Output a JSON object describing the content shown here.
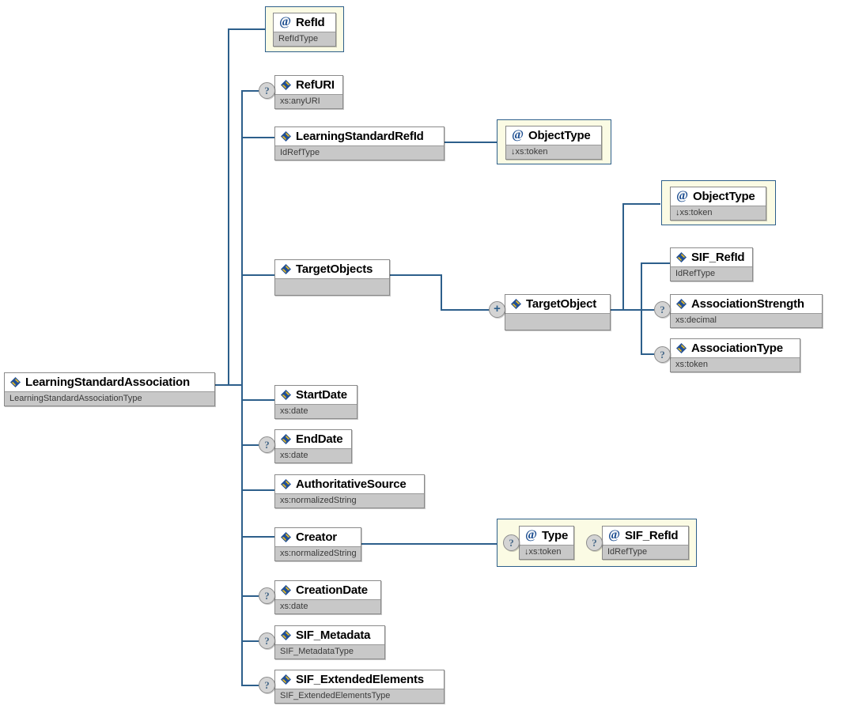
{
  "diagram": {
    "title": "LearningStandardAssociation XML schema diagram",
    "type": "xsd-tree",
    "colors": {
      "line": "#2d5f8b",
      "box_border": "#8a8a8a",
      "subtitle_bg": "#c8c8c8",
      "attrgroup_bg": "#fbfbe4",
      "attrgroup_border": "#2d5f8b",
      "marker_bg": "#d4d4d4"
    },
    "root": {
      "name": "LearningStandardAssociation",
      "type": "LearningStandardAssociationType",
      "icon": "element-icon"
    },
    "markers": {
      "optional": "?",
      "sequence": "+"
    },
    "nodes": {
      "refid": {
        "name": "RefId",
        "type": "RefIdType",
        "icon": "attribute-icon"
      },
      "refuri": {
        "name": "RefURI",
        "type": "xs:anyURI",
        "icon": "element-icon",
        "optional": "?"
      },
      "learningstandardrefid": {
        "name": "LearningStandardRefId",
        "type": "IdRefType",
        "icon": "element-icon"
      },
      "objecttype1": {
        "name": "ObjectType",
        "type": "xs:token",
        "icon": "attribute-icon",
        "arrow": "↓"
      },
      "targetobjects": {
        "name": "TargetObjects",
        "type": "",
        "icon": "element-icon"
      },
      "targetobject": {
        "name": "TargetObject",
        "type": "",
        "icon": "element-icon",
        "sequence": "+"
      },
      "objecttype2": {
        "name": "ObjectType",
        "type": "xs:token",
        "icon": "attribute-icon",
        "arrow": "↓"
      },
      "sif_refid_target": {
        "name": "SIF_RefId",
        "type": "IdRefType",
        "icon": "element-icon"
      },
      "associationstrength": {
        "name": "AssociationStrength",
        "type": "xs:decimal",
        "icon": "element-icon",
        "optional": "?"
      },
      "associationtype": {
        "name": "AssociationType",
        "type": "xs:token",
        "icon": "element-icon",
        "optional": "?"
      },
      "startdate": {
        "name": "StartDate",
        "type": "xs:date",
        "icon": "element-icon"
      },
      "enddate": {
        "name": "EndDate",
        "type": "xs:date",
        "icon": "element-icon",
        "optional": "?"
      },
      "authoritativesource": {
        "name": "AuthoritativeSource",
        "type": "xs:normalizedString",
        "icon": "element-icon"
      },
      "creator": {
        "name": "Creator",
        "type": "xs:normalizedString",
        "icon": "element-icon"
      },
      "creator_type": {
        "name": "Type",
        "type": "xs:token",
        "icon": "attribute-icon",
        "arrow": "↓",
        "optional": "?"
      },
      "creator_sif_refid": {
        "name": "SIF_RefId",
        "type": "IdRefType",
        "icon": "attribute-icon",
        "optional": "?"
      },
      "creationdate": {
        "name": "CreationDate",
        "type": "xs:date",
        "icon": "element-icon",
        "optional": "?"
      },
      "sif_metadata": {
        "name": "SIF_Metadata",
        "type": "SIF_MetadataType",
        "icon": "element-icon",
        "optional": "?"
      },
      "sif_extendedelements": {
        "name": "SIF_ExtendedElements",
        "type": "SIF_ExtendedElementsType",
        "icon": "element-icon",
        "optional": "?"
      }
    }
  }
}
